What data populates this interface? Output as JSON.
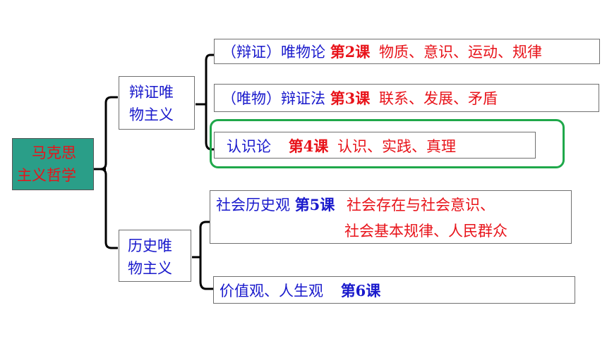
{
  "root": {
    "line1": "马克思",
    "line2": "主义哲学"
  },
  "branch_dialectical": {
    "line1": "辩证唯",
    "line2": "物主义"
  },
  "branch_historical": {
    "line1": "历史唯",
    "line2": "物主义"
  },
  "items": {
    "materialism": {
      "topic": "（辩证）唯物论",
      "lesson": "第2课",
      "content": "物质、意识、运动、规律"
    },
    "dialectics": {
      "topic": "（唯物）辩证法",
      "lesson": "第3课",
      "content": "联系、发展、矛盾"
    },
    "epistemology": {
      "topic": "认识论",
      "lesson": "第4课",
      "content": "认识、实践、真理"
    },
    "history": {
      "topic": "社会历史观",
      "lesson": "第5课",
      "content_line1": "社会存在与社会意识、",
      "content_line2": "社会基本规律、人民群众"
    },
    "values": {
      "topic": "价值观、人生观",
      "lesson": "第6课"
    }
  },
  "colors": {
    "blue_text": "#1a1acc",
    "red_text": "#e8131a",
    "root_fill": "#2a9e88",
    "highlight_border": "#1fa84a"
  }
}
